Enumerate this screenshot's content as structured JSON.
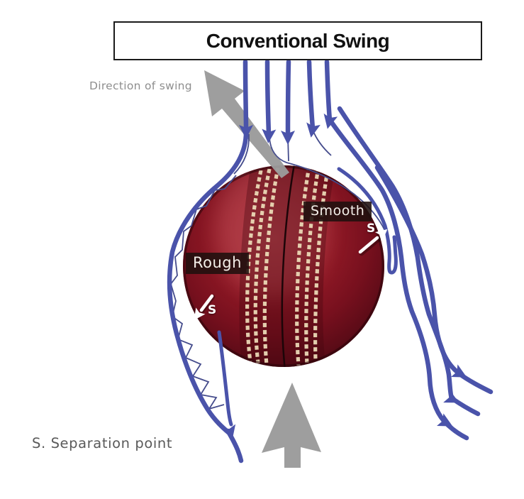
{
  "title": "Conventional Swing",
  "annotations": {
    "direction_of_swing": "Direction of swing",
    "smooth": "Smooth",
    "rough": "Rough",
    "separation_marker": "S",
    "separation_point_legend": "S. Separation point"
  },
  "colors": {
    "streamline_blue": "#4a53aa",
    "boundary_navy": "#454c8c",
    "arrow_gray": "#9b9b9b",
    "label_bg": "#1f100e",
    "label_text": "#f4efe9",
    "title_text": "#111111",
    "direction_text": "#8e8e8e",
    "legend_text": "#5a5a5a",
    "ball_red": "#9a1520",
    "stitch_cream": "#ead9b6",
    "marker_white": "#ffffff"
  }
}
